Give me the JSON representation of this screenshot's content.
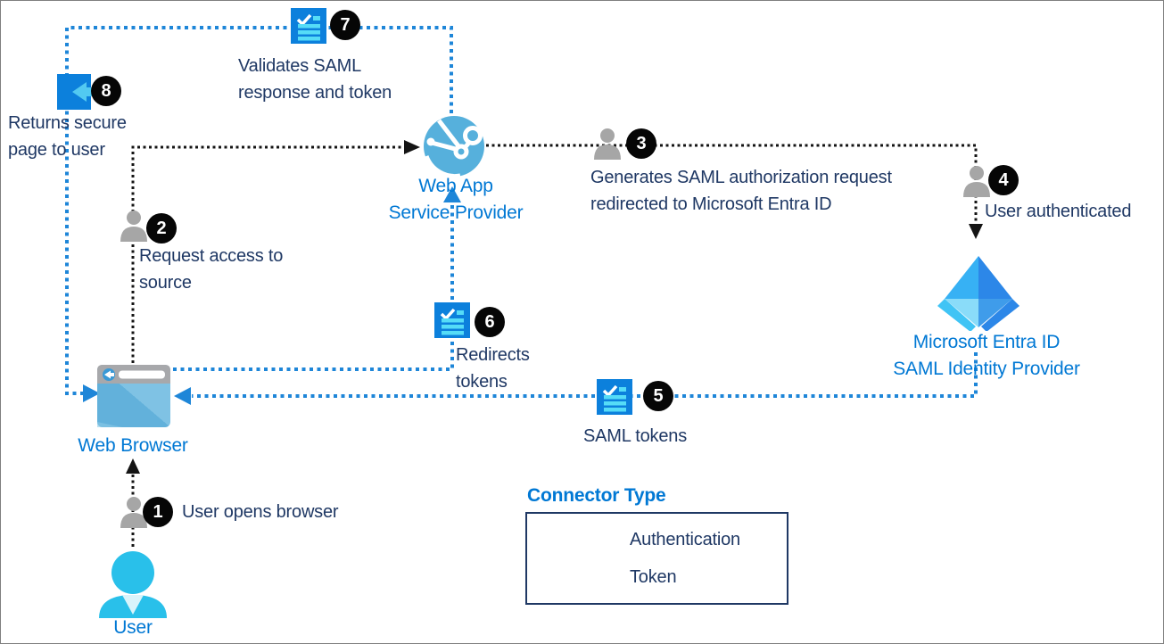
{
  "diagram_type": "SAML authentication flow with Microsoft Entra ID",
  "colors": {
    "accent_blue": "#0078d4",
    "navy_text": "#1f3864",
    "token_line_blue": "#1e86d8",
    "auth_line_black": "#141414",
    "token_icon_blue": "#0c80dc",
    "token_icon_cyan": "#55dcf7",
    "person_gray": "#a6a6a6",
    "user_cyan": "#29c0ea"
  },
  "nodes": {
    "user": {
      "label": "User"
    },
    "web_browser": {
      "label": "Web Browser"
    },
    "web_app": {
      "label": "Web App\nService Provider"
    },
    "entra_id": {
      "label": "Microsoft Entra ID\nSAML Identity Provider"
    }
  },
  "steps": [
    {
      "number": "1",
      "label": "User opens browser"
    },
    {
      "number": "2",
      "label": "Request access to\nsource"
    },
    {
      "number": "3",
      "label": "Generates SAML authorization request\nredirected to Microsoft Entra ID"
    },
    {
      "number": "4",
      "label": "User authenticated"
    },
    {
      "number": "5",
      "label": "SAML tokens"
    },
    {
      "number": "6",
      "label": "Redirects\ntokens"
    },
    {
      "number": "7",
      "label": "Validates SAML\nresponse and token"
    },
    {
      "number": "8",
      "label": "Returns secure\npage to user"
    }
  ],
  "legend": {
    "title": "Connector Type",
    "items": [
      {
        "label": "Authentication",
        "connector": "black-dotted-arrow"
      },
      {
        "label": "Token",
        "connector": "blue-dotted-arrow"
      }
    ]
  }
}
